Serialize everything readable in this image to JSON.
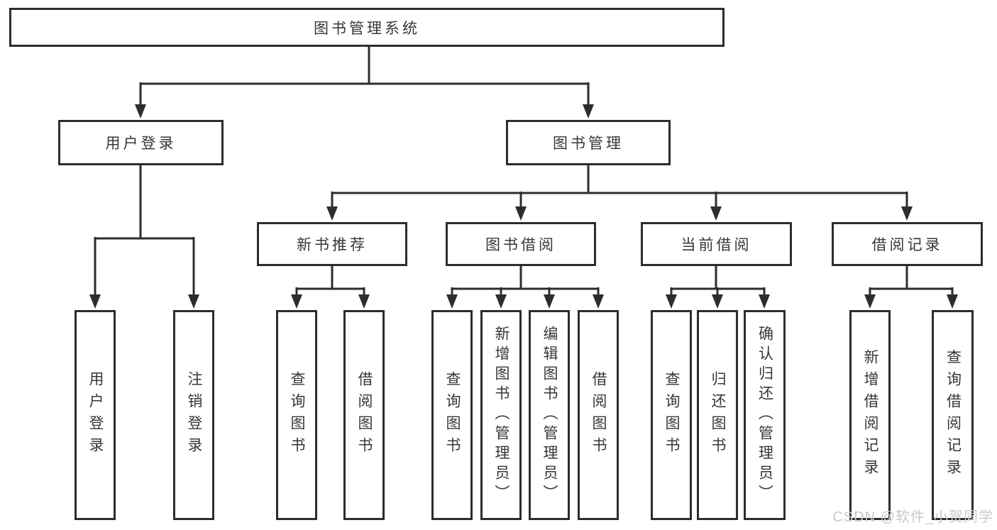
{
  "diagram": {
    "root": {
      "label": "图书管理系统"
    },
    "branches": [
      {
        "label": "用户登录",
        "children": [
          {
            "label": "用户登录"
          },
          {
            "label": "注销登录"
          }
        ]
      },
      {
        "label": "图书管理",
        "groups": [
          {
            "label": "新书推荐",
            "children": [
              {
                "label": "查询图书"
              },
              {
                "label": "借阅图书"
              }
            ]
          },
          {
            "label": "图书借阅",
            "children": [
              {
                "label": "查询图书"
              },
              {
                "label": "新增图书（管理员）"
              },
              {
                "label": "编辑图书（管理员）"
              },
              {
                "label": "借阅图书"
              }
            ]
          },
          {
            "label": "当前借阅",
            "children": [
              {
                "label": "查询图书"
              },
              {
                "label": "归还图书"
              },
              {
                "label": "确认归还（管理员）"
              }
            ]
          },
          {
            "label": "借阅记录",
            "children": [
              {
                "label": "新增借阅记录"
              },
              {
                "label": "查询借阅记录"
              }
            ]
          }
        ]
      }
    ]
  },
  "watermark": {
    "text": "CSDN @软件_小贺同学"
  },
  "colors": {
    "line": "#2d2d2d",
    "text": "#373737",
    "watermark": "#c9c9c9",
    "background": "#ffffff"
  }
}
